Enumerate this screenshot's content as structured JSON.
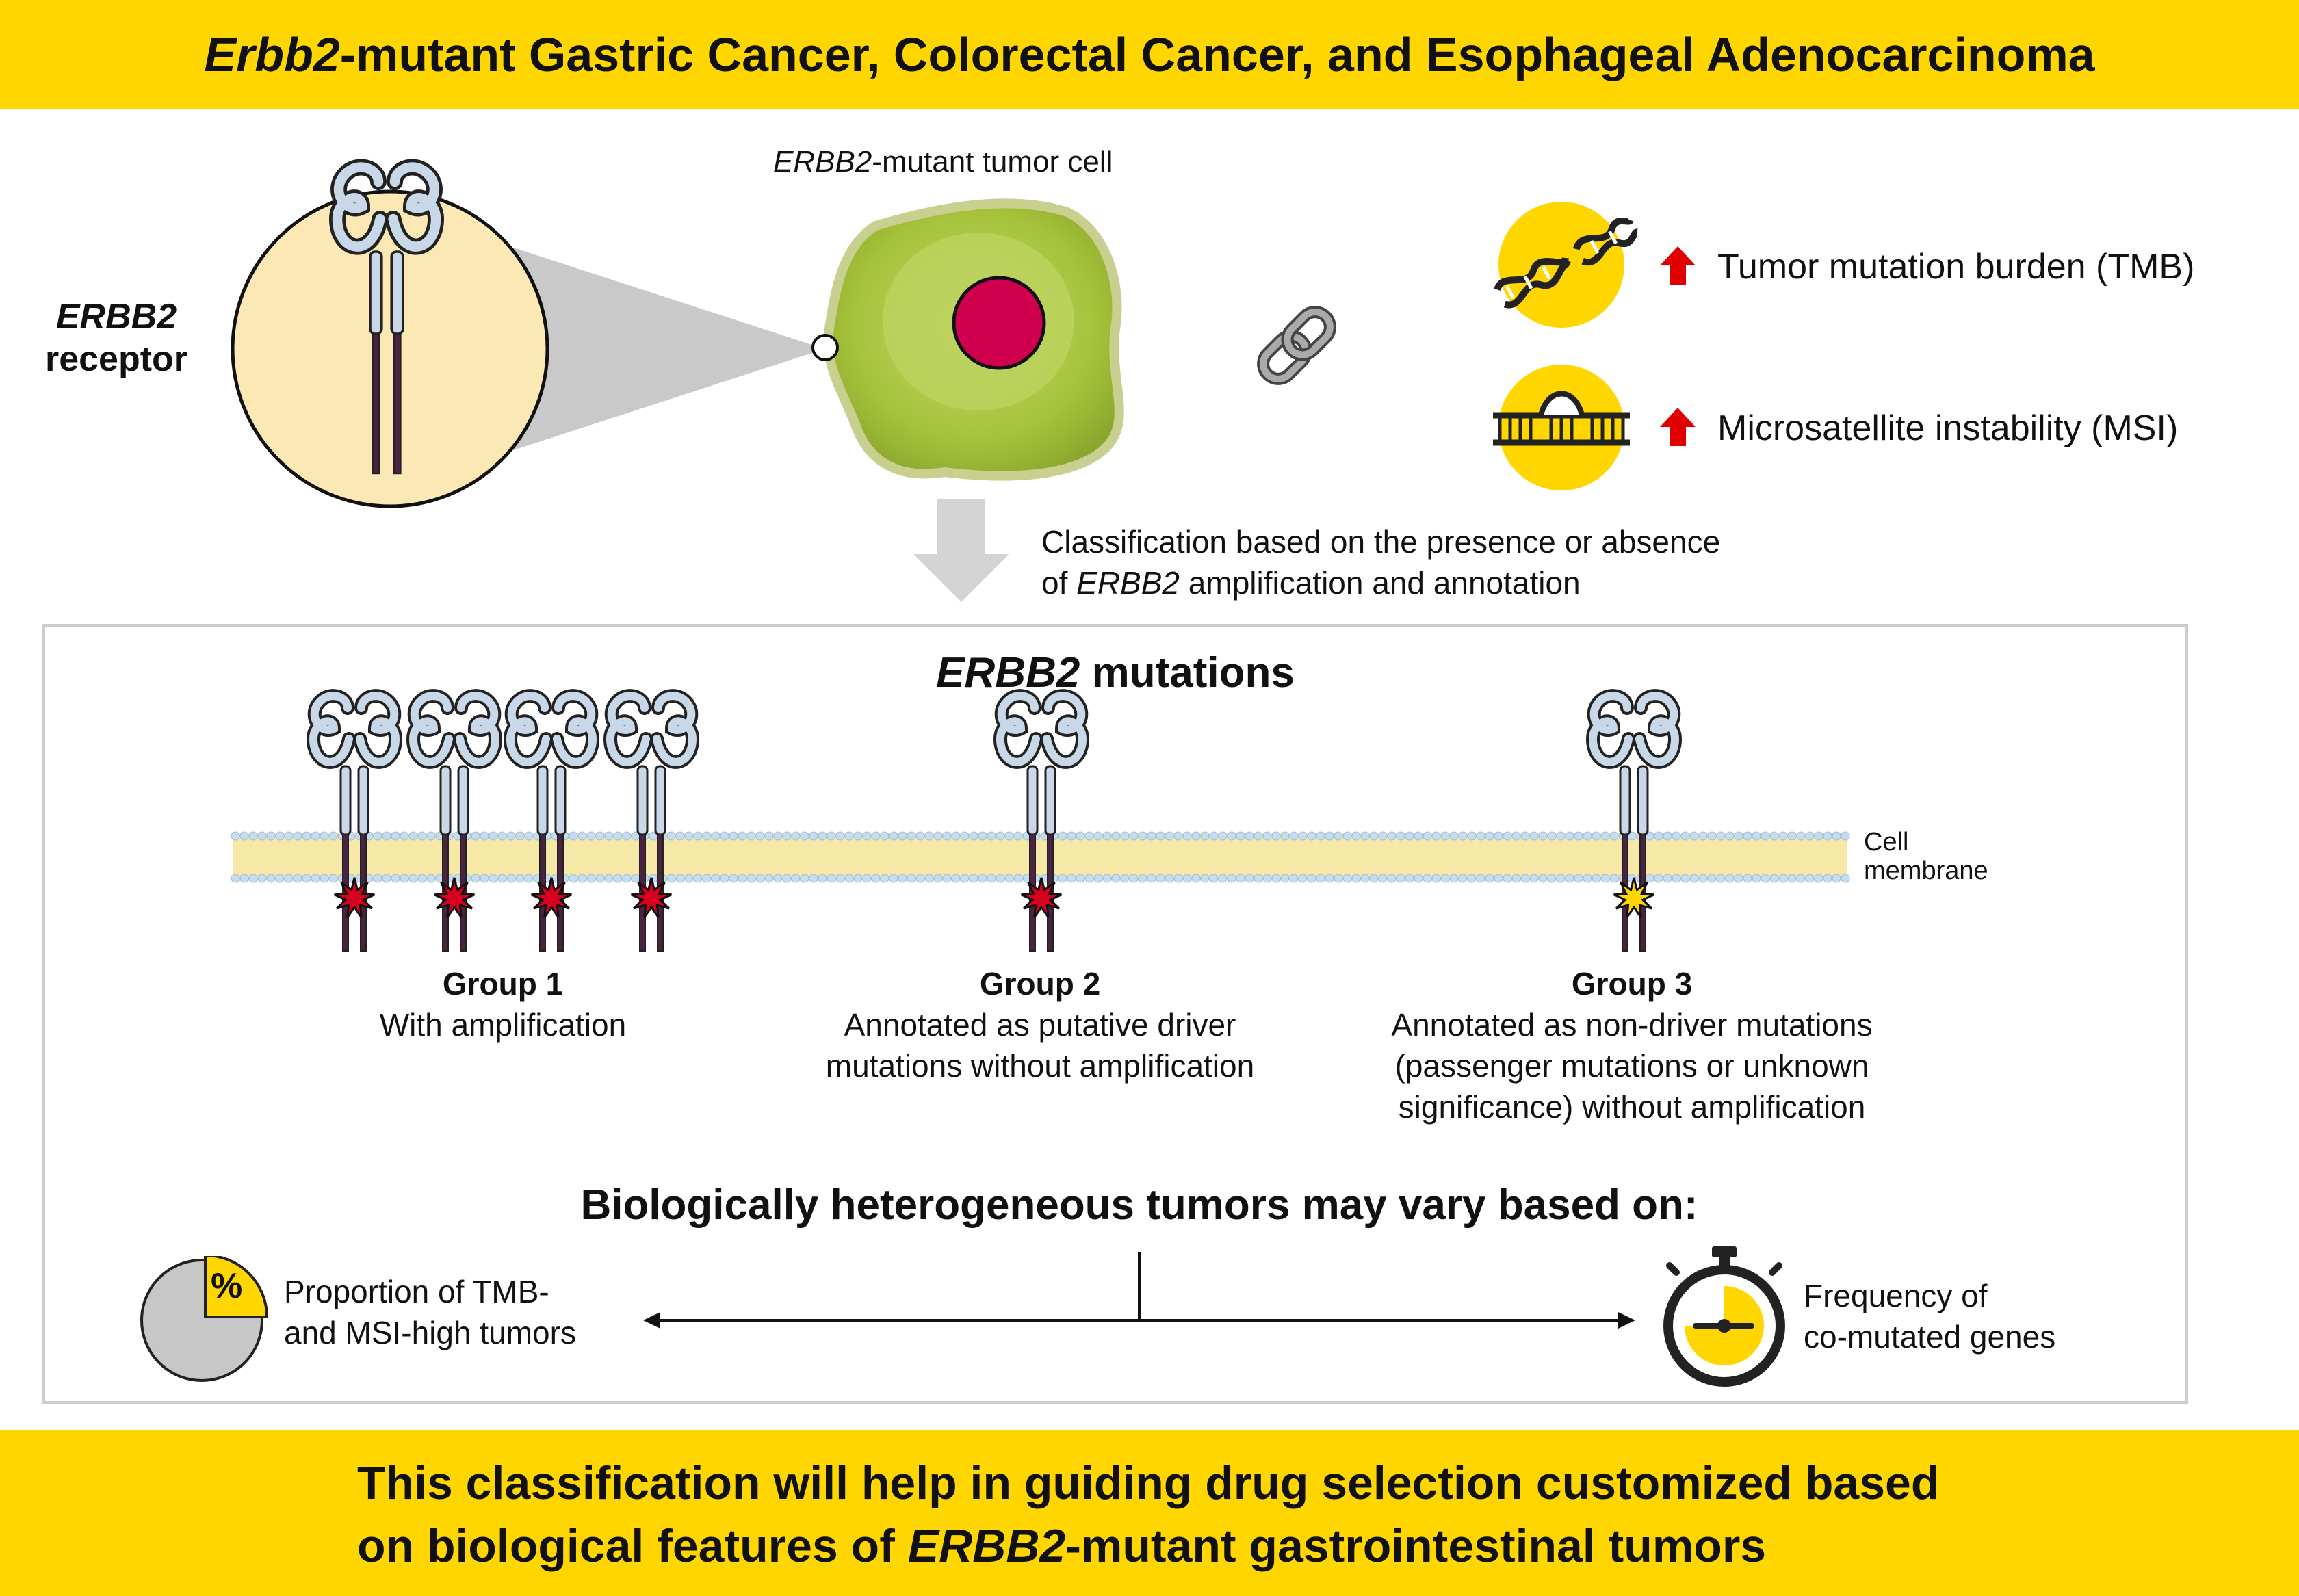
{
  "title": {
    "italic_part": "Erbb2",
    "rest": "-mutant Gastric Cancer, Colorectal Cancer, and Esophageal Adenocarcinoma"
  },
  "receptor_label": {
    "line1": "ERBB2",
    "line2": "receptor"
  },
  "tumor_cell_label": {
    "italic_part": "ERBB2",
    "rest": "-mutant tumor cell"
  },
  "tmb_label": "Tumor mutation burden (TMB)",
  "msi_label": "Microsatellite instability (MSI)",
  "classification_text": {
    "line1": "Classification based on the presence or absence",
    "line2_prefix": "of ",
    "line2_italic": "ERBB2",
    "line2_suffix": " amplification and annotation"
  },
  "mutations_heading": {
    "italic_part": "ERBB2",
    "rest": " mutations"
  },
  "cell_membrane_label": {
    "line1": "Cell",
    "line2": "membrane"
  },
  "groups": [
    {
      "title": "Group 1",
      "desc": [
        "With amplification"
      ]
    },
    {
      "title": "Group 2",
      "desc": [
        "Annotated as putative driver",
        "mutations without amplification"
      ]
    },
    {
      "title": "Group 3",
      "desc": [
        "Annotated as non-driver mutations",
        "(passenger mutations or unknown",
        "significance) without amplification"
      ]
    }
  ],
  "variation_heading": "Biologically heterogeneous tumors may vary based on:",
  "left_factor": {
    "icon_text": "%",
    "line1": "Proportion of TMB-",
    "line2": "and MSI-high tumors"
  },
  "right_factor": {
    "line1": "Frequency of",
    "line2": "co-mutated genes"
  },
  "footer": {
    "line1": "This classification will help in guiding drug selection customized based",
    "line2_prefix": "on biological features of ",
    "line2_italic": "ERBB2",
    "line2_suffix": "-mutant gastrointestinal tumors"
  },
  "colors": {
    "accent_yellow": "#FFD600",
    "receptor_blue": "#C8D8E8",
    "cell_green": "#A6C23A",
    "nucleus_magenta": "#D0004F",
    "driver_mutation_red": "#D8001E",
    "nondriver_mutation_yellow": "#FFD600",
    "up_arrow_red": "#E00000"
  },
  "icons": [
    "chain-link-icon",
    "broken-dna-icon",
    "microsatellite-dna-icon",
    "up-arrow-icon",
    "down-arrow-icon",
    "pie-percent-icon",
    "stopwatch-icon",
    "checkmark-icon"
  ]
}
